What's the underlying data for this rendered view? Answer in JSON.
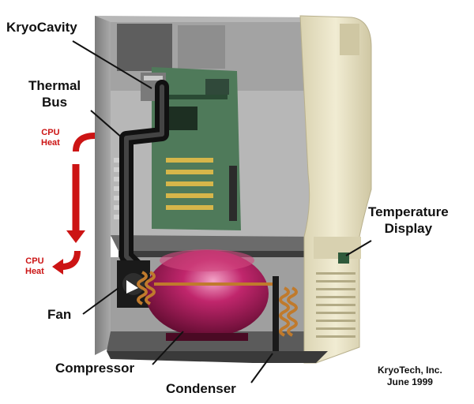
{
  "labels": {
    "kryocavity": "KryoCavity",
    "thermal_bus": "Thermal\nBus",
    "cpu_heat_top": "CPU\nHeat",
    "cpu_heat_bottom": "CPU\nHeat",
    "temperature_display": "Temperature\nDisplay",
    "fan": "Fan",
    "compressor": "Compressor",
    "condenser": "Condenser"
  },
  "credit": {
    "line1": "KryoTech, Inc.",
    "line2": "June 1999"
  },
  "colors": {
    "case_beige": "#e8e2c4",
    "panel_grey": "#9a9a9a",
    "motherboard_green": "#4f7a5a",
    "compressor_magenta": "#b0195c",
    "heat_red": "#cc1414",
    "copper": "#c07a2c"
  }
}
